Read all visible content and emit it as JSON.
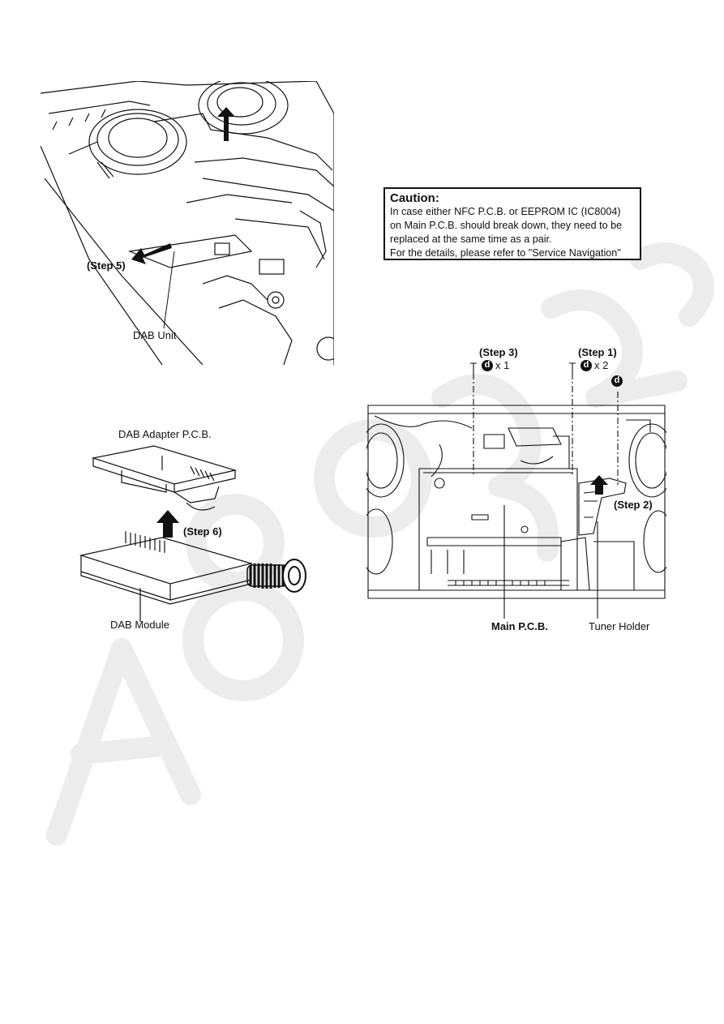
{
  "fig1": {
    "step_label": "(Step 5)",
    "part_label": "DAB Unit"
  },
  "fig2": {
    "adapter_label": "DAB Adapter P.C.B.",
    "step_label": "(Step 6)",
    "module_label": "DAB Module"
  },
  "caution": {
    "title": "Caution:",
    "lines": [
      "In case either NFC P.C.B. or EEPROM IC (IC8004)",
      "on Main P.C.B. should break down, they need to be",
      "replaced at the same time as a pair.",
      "For the details, please refer to \"Service Navigation\""
    ]
  },
  "fig3": {
    "step3_label": "(Step 3)",
    "step3_screw_symbol": "d",
    "step3_screw_count": "x 1",
    "step1_label": "(Step 1)",
    "step1_screw_symbol": "d",
    "step1_screw_count": "x 2",
    "extra_screw_symbol": "d",
    "step2_label": "(Step 2)",
    "main_pcb_label": "Main P.C.B.",
    "tuner_holder_label": "Tuner Holder"
  },
  "colors": {
    "line": "#111111",
    "watermark": "#ececec"
  }
}
